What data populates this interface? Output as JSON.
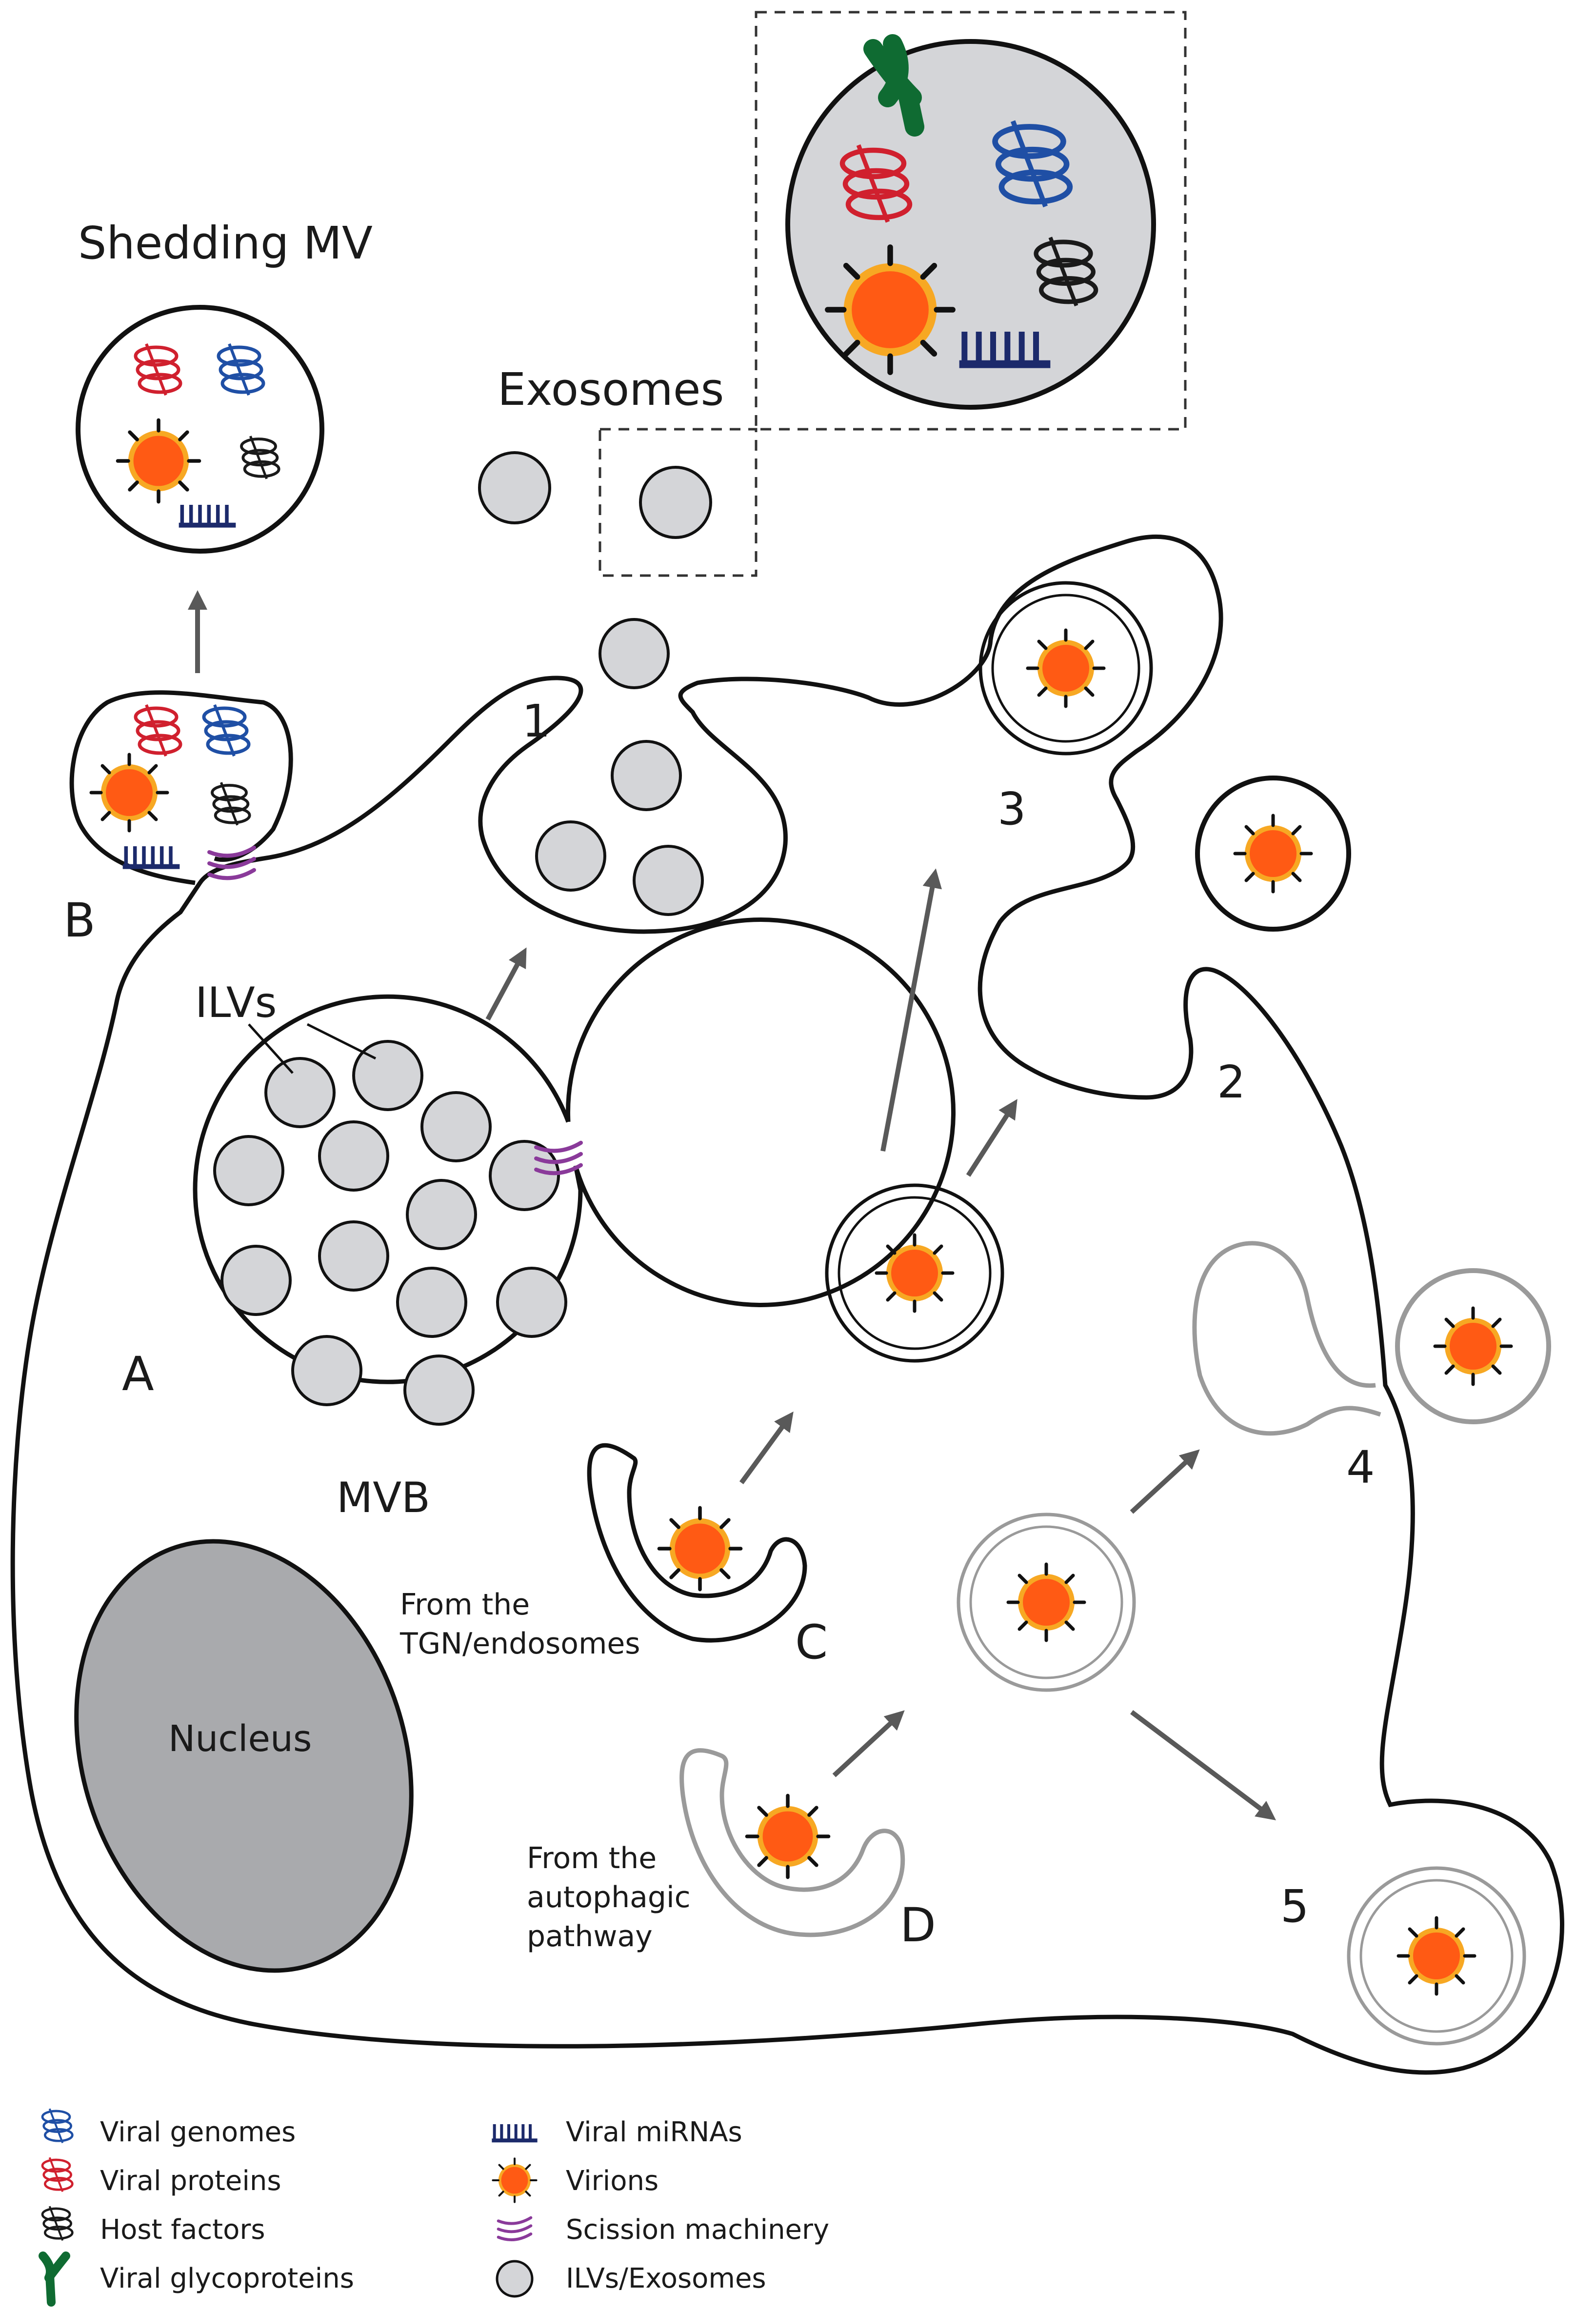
{
  "labels": {
    "shedding_mv": "Shedding MV",
    "exosomes": "Exosomes",
    "ilvs": "ILVs",
    "mvb": "MVB",
    "nucleus": "Nucleus",
    "letter_a": "A",
    "letter_b": "B",
    "letter_c": "C",
    "letter_d": "D",
    "num_1": "1",
    "num_2": "2",
    "num_3": "3",
    "num_4": "4",
    "num_5": "5",
    "from_tgn_line1": "From the",
    "from_tgn_line2": "TGN/endosomes",
    "from_auto_line1": "From the",
    "from_auto_line2": "autophagic",
    "from_auto_line3": "pathway"
  },
  "legend": [
    {
      "label": "Viral genomes",
      "icon": "viral-genome-icon",
      "color": "#1f4fa5"
    },
    {
      "label": "Viral proteins",
      "icon": "viral-protein-icon",
      "color": "#d0202e"
    },
    {
      "label": "Host factors",
      "icon": "host-factor-icon",
      "color": "#1a1a1a"
    },
    {
      "label": "Viral glycoproteins",
      "icon": "viral-glycoprotein-icon",
      "color": "#0f6b32"
    },
    {
      "label": "Viral miRNAs",
      "icon": "viral-mirna-icon",
      "color": "#1c2a6b"
    },
    {
      "label": "Virions",
      "icon": "virion-icon",
      "color": "#ff5a14"
    },
    {
      "label": "Scission machinery",
      "icon": "scission-machinery-icon",
      "color": "#8a3a9a"
    },
    {
      "label": "ILVs/Exosomes",
      "icon": "ilv-exosome-icon",
      "color": "#d4d5d8"
    }
  ],
  "colors": {
    "membrane": "#111111",
    "grey_membrane": "#9a9a9a",
    "vesicle_fill": "#d4d5d8",
    "nucleus_fill": "#a9aaad",
    "arrow": "#595959",
    "virion_core": "#ff5a14",
    "virion_halo": "#f7a823"
  }
}
